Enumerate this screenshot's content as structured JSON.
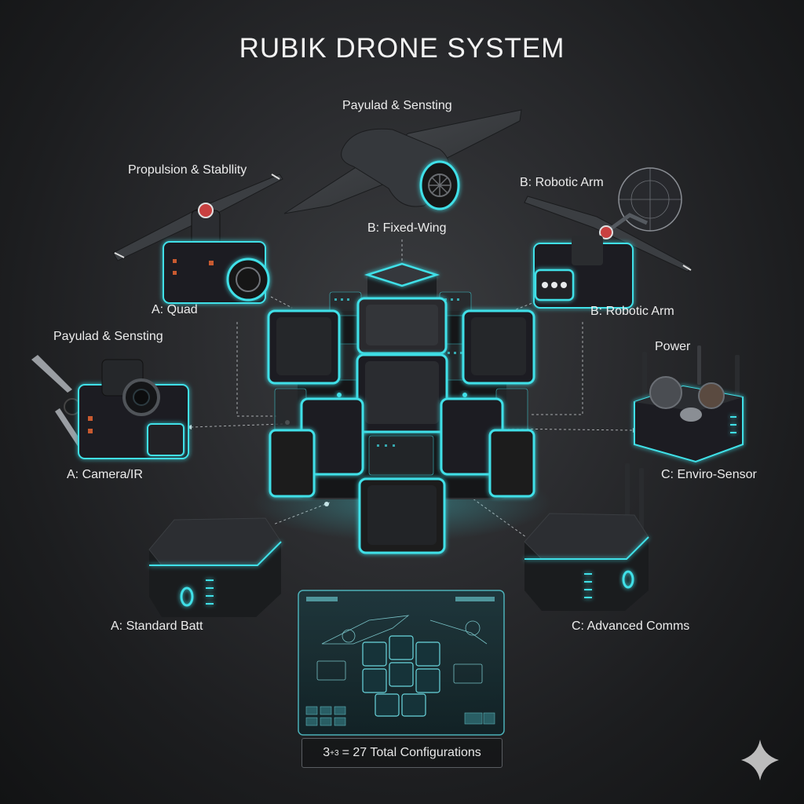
{
  "title": "RUBIK DRONE SYSTEM",
  "labels": {
    "payload_top": "Payulad & Sensting",
    "fixed_wing": "B: Fixed-Wing",
    "propulsion": "Propulsion & Stabllity",
    "quad": "A: Quad",
    "robotic_arm_top": "B: Robotic Arm",
    "robotic_arm": "B: Robotic Arm",
    "payload_left": "Payulad & Sensting",
    "camera_ir": "A: Camera/IR",
    "power": "Power",
    "enviro_sensor": "C: Enviro-Sensor",
    "standard_batt": "A: Standard Batt",
    "advanced_comms": "C: Advanced Comms"
  },
  "formula": {
    "base": "3",
    "exponent": "+3",
    "rest": "= 27 Total Configurations"
  },
  "colors": {
    "accent": "#3fe0e8",
    "module_body": "#1d1f22",
    "module_top": "#2c2e31",
    "background": "#2a2b2e"
  },
  "icons": {
    "watermark": "sparkle-icon"
  }
}
